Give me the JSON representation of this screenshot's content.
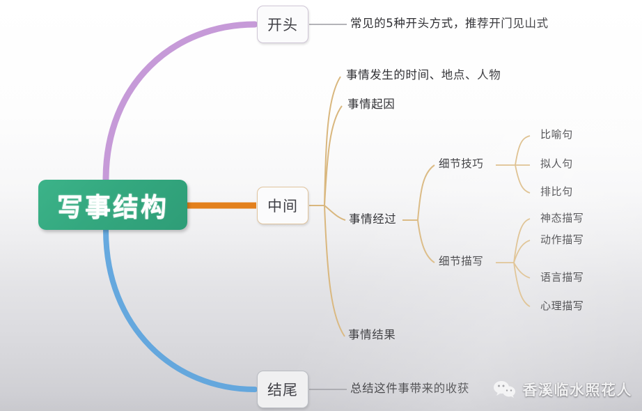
{
  "mindmap": {
    "root": {
      "label": "写事结构"
    },
    "branches": [
      {
        "id": "opening",
        "label": "开头",
        "color": "#c08fd4",
        "children": [
          {
            "label": "常见的5种开头方式，推荐开门见山式"
          }
        ]
      },
      {
        "id": "middle",
        "label": "中间",
        "color": "#e08a2e",
        "children": [
          {
            "label": "事情发生的时间、地点、人物"
          },
          {
            "label": "事情起因"
          },
          {
            "label": "事情经过",
            "children": [
              {
                "label": "细节技巧",
                "children": [
                  {
                    "label": "比喻句"
                  },
                  {
                    "label": "拟人句"
                  },
                  {
                    "label": "排比句"
                  }
                ]
              },
              {
                "label": "细节描写",
                "children": [
                  {
                    "label": "神态描写"
                  },
                  {
                    "label": "动作描写"
                  },
                  {
                    "label": "语言描写"
                  },
                  {
                    "label": "心理描写"
                  }
                ]
              }
            ]
          },
          {
            "label": "事情结果"
          }
        ]
      },
      {
        "id": "ending",
        "label": "结尾",
        "color": "#5aa3dd",
        "children": [
          {
            "label": "总结这件事带来的收获"
          }
        ]
      }
    ]
  },
  "watermark": {
    "icon": "wechat-icon",
    "text": "香溪临水照花人"
  },
  "colors": {
    "root_green": "#34a87f",
    "branch_purple": "#c08fd4",
    "branch_orange": "#e08a2e",
    "branch_blue": "#5aa3dd",
    "sub_branch_tan": "#d9b77e"
  }
}
